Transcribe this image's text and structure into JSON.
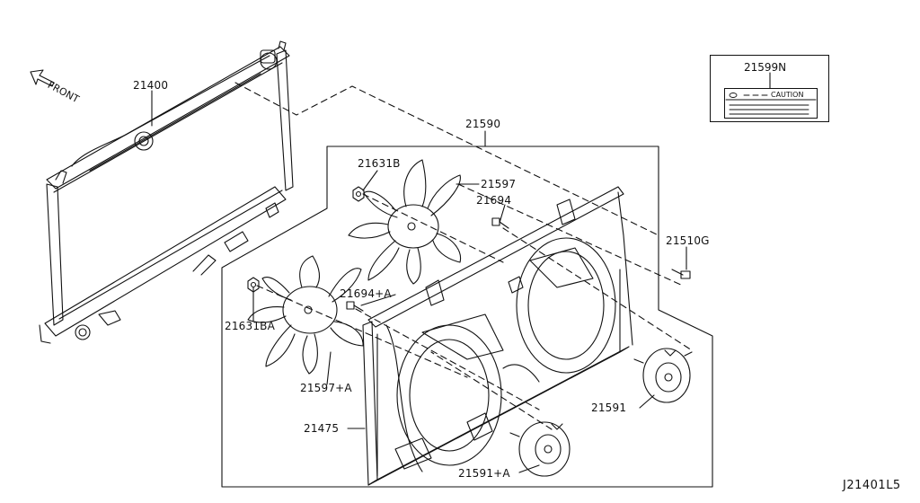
{
  "diagram": {
    "direction_label": "FRONT",
    "drawing_code": "J21401L5",
    "caution_label": {
      "part_number": "21599N",
      "tag_text": "CAUTION"
    },
    "parts": {
      "radiator": "21400",
      "fan_assembly": "21590",
      "bolt_top": "21510G",
      "nut_upper": "21631B",
      "fan_upper": "21597",
      "screw_upper": "21694",
      "screw_lower": "21694+A",
      "nut_lower": "21631BA",
      "fan_lower": "21597+A",
      "shroud": "21475",
      "motor_right": "21591",
      "motor_lower": "21591+A"
    }
  }
}
